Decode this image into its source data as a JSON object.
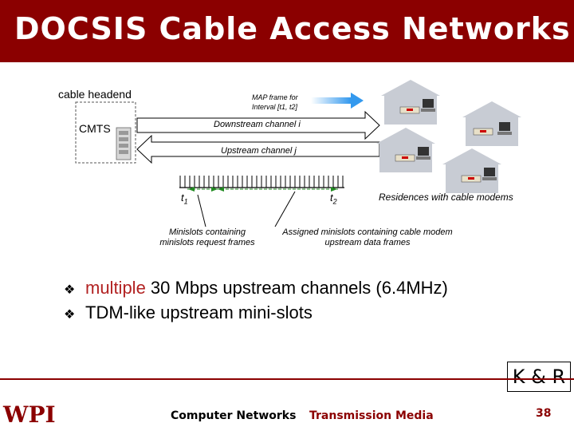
{
  "title": "DOCSIS Cable Access Networks",
  "diagram": {
    "headend_label": "cable headend",
    "cmts_label": "CMTS",
    "map_frame_line1": "MAP frame for",
    "map_frame_line2": "Interval [t1, t2]",
    "downstream_label": "Downstream channel i",
    "upstream_label": "Upstream channel j",
    "t1_label": "t",
    "t1_sub": "1",
    "t2_label": "t",
    "t2_sub": "2",
    "residences_label": "Residences with cable modems",
    "minislots_line1": "Minislots containing",
    "minislots_line2": "minislots request frames",
    "assigned_line1": "Assigned minislots containing cable modem",
    "assigned_line2": "upstream data frames"
  },
  "bullets": [
    {
      "accent": "multiple",
      "text": " 30 Mbps upstream channels (6.4MHz)"
    },
    {
      "text": "TDM-like upstream mini-slots"
    }
  ],
  "badge": "K & R",
  "footer": {
    "logo": "WPI",
    "course": "Computer Networks",
    "topic": "Transmission Media",
    "page": "38"
  },
  "colors": {
    "title_bar": "#8b0000",
    "accent": "#b22222",
    "arrow_blue": "#3399ee",
    "tick_green": "#228b22"
  }
}
